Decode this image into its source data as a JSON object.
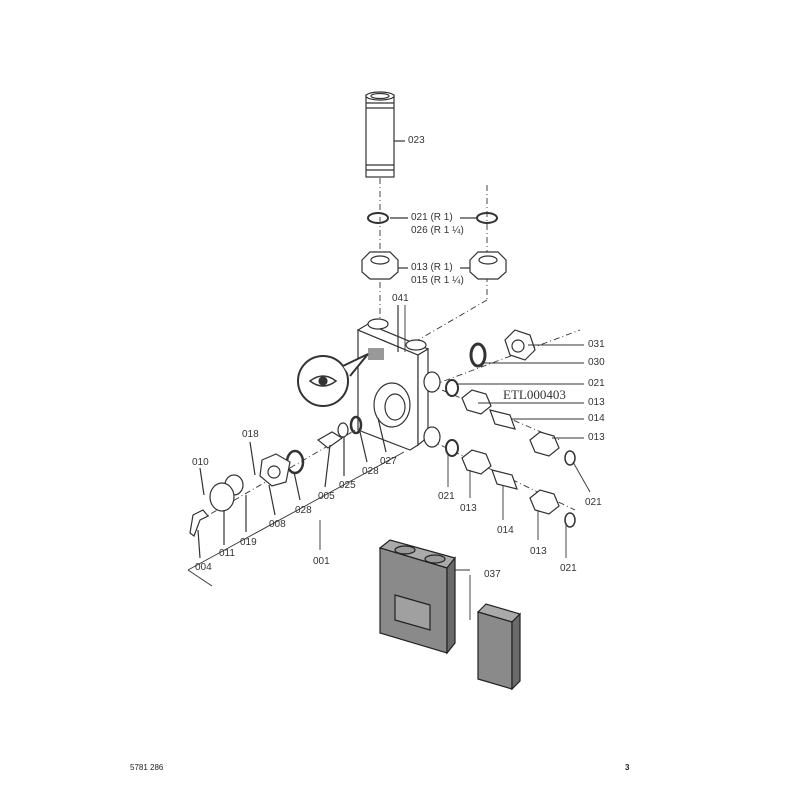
{
  "diagram": {
    "drawing_id": "ETL000403",
    "parts": {
      "p023": "023",
      "p021_026_a": "021 (R 1)",
      "p021_026_b": "026 (R 1 ¼)",
      "p013_015_a": "013 (R 1)",
      "p013_015_b": "015 (R 1 ¼)",
      "p041": "041",
      "p031": "031",
      "p030": "030",
      "p021_r1": "021",
      "p013_r1": "013",
      "p014_r1": "014",
      "p013_r2": "013",
      "p018": "018",
      "p010": "010",
      "p027": "027",
      "p028_a": "028",
      "p025": "025",
      "p005": "005",
      "p021_b1": "021",
      "p028_b": "028",
      "p013_b1": "013",
      "p021_r2": "021",
      "p008": "008",
      "p019": "019",
      "p014_b": "014",
      "p011": "011",
      "p013_b2": "013",
      "p004": "004",
      "p001": "001",
      "p021_b2": "021",
      "p037": "037"
    }
  },
  "footer": {
    "doc_number": "5781 286",
    "page_number": "3"
  }
}
